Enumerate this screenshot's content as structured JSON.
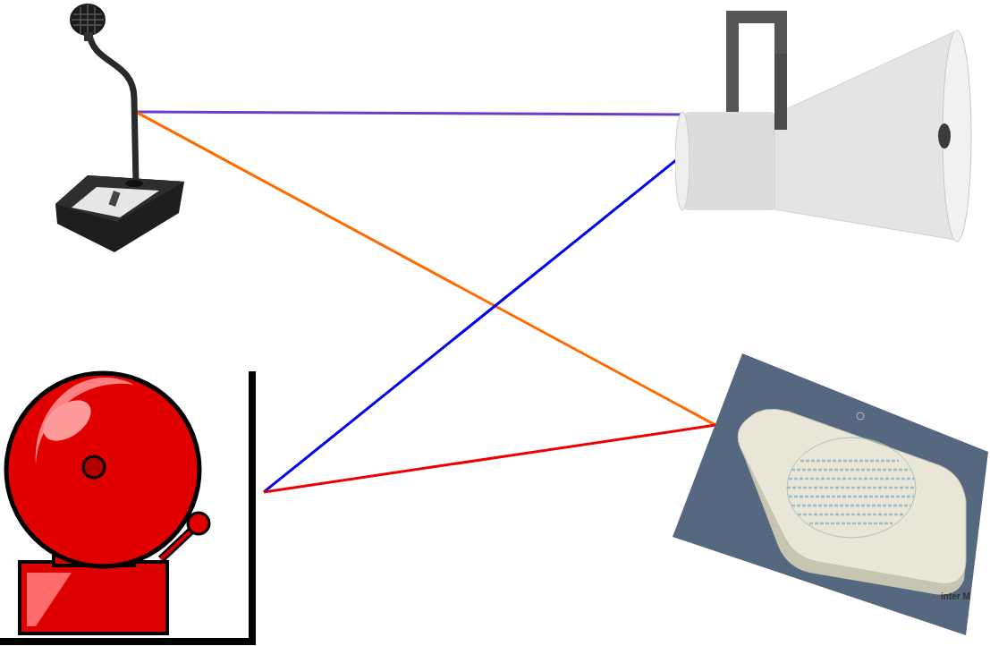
{
  "diagram": {
    "nodes": [
      {
        "text": []
      },
      {
        "text": []
      },
      {
        "text": []
      },
      {
        "text": [
          "inter M"
        ]
      }
    ],
    "edges": [
      {
        "from": 0,
        "to": 1,
        "arrow": "none"
      },
      {
        "from": 0,
        "to": 3,
        "arrow": "none"
      },
      {
        "from": 1,
        "to": 2,
        "arrow": "none"
      },
      {
        "from": 2,
        "to": 3,
        "arrow": "none"
      }
    ]
  }
}
